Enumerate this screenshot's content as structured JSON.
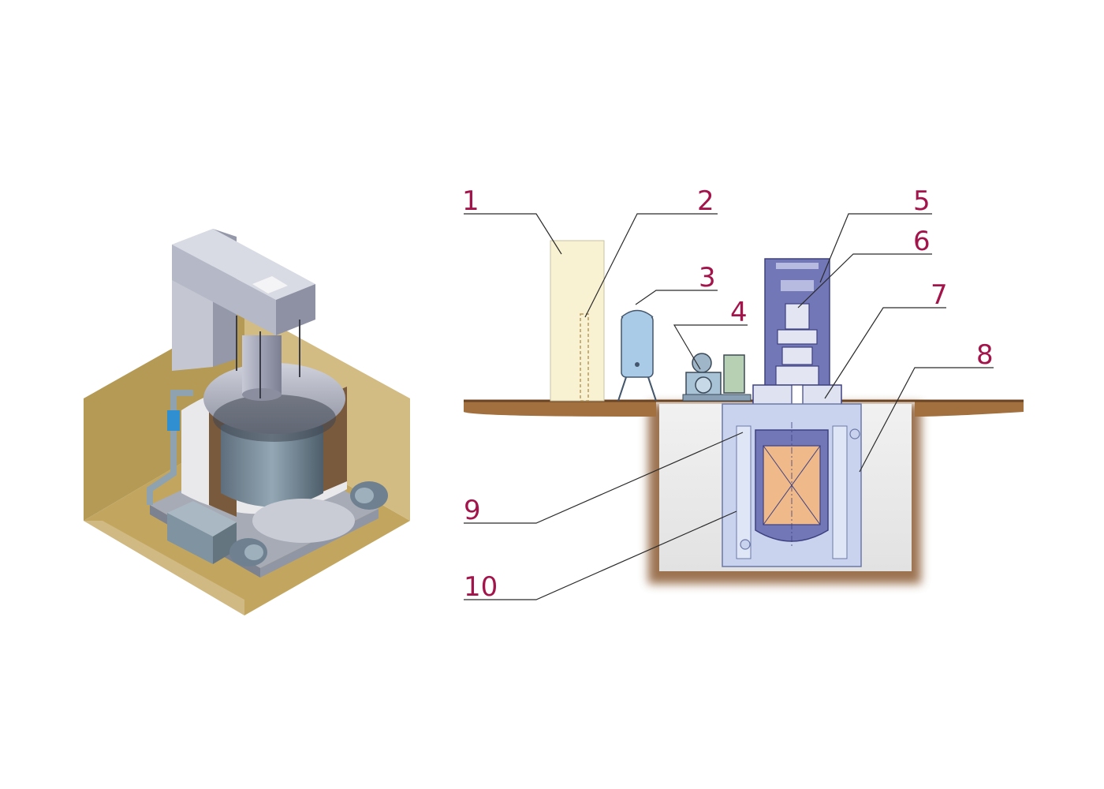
{
  "colors": {
    "callout": "#a3154a",
    "leader": "#2b2b2b",
    "soil": "#8a5a32",
    "outer_shell": "#c9d3ee",
    "vessel": "#7277b8",
    "furnace_core": "#efb98a",
    "cabinet": "#f8f2d2",
    "filter": "#a9cbe8",
    "iso_floor": "#c2a660",
    "iso_wall": "#d2bc84"
  },
  "callouts": [
    {
      "id": "1",
      "label": "1"
    },
    {
      "id": "2",
      "label": "2"
    },
    {
      "id": "3",
      "label": "3"
    },
    {
      "id": "4",
      "label": "4"
    },
    {
      "id": "5",
      "label": "5"
    },
    {
      "id": "6",
      "label": "6"
    },
    {
      "id": "7",
      "label": "7"
    },
    {
      "id": "8",
      "label": "8"
    },
    {
      "id": "9",
      "label": "9"
    },
    {
      "id": "10",
      "label": "10"
    }
  ]
}
